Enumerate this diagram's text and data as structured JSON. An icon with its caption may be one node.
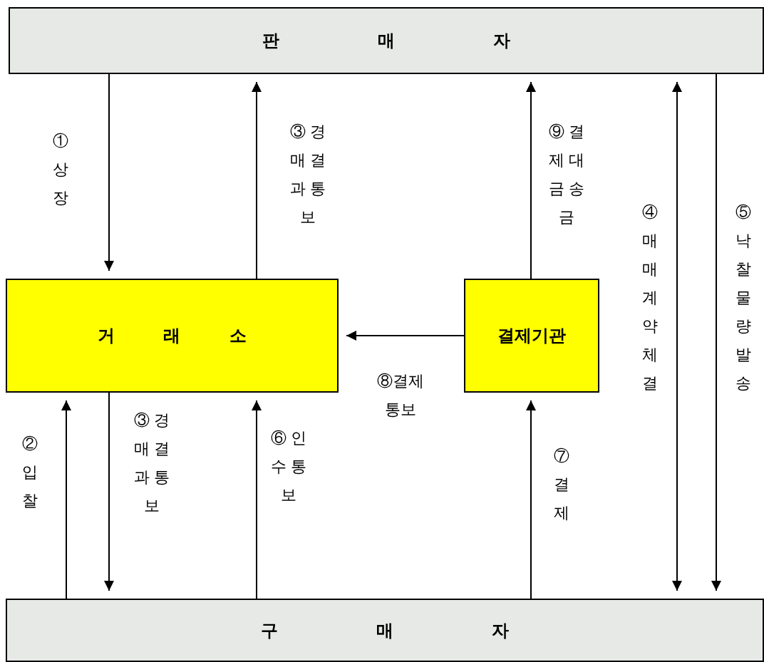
{
  "diagram": {
    "nodes": [
      {
        "text": [
          "판 매 자"
        ]
      },
      {
        "text": [
          "거 래 소"
        ]
      },
      {
        "text": [
          "결제기관"
        ]
      },
      {
        "text": [
          "구 매 자"
        ]
      }
    ],
    "edges": [
      {
        "from": 0,
        "to": 1,
        "arrow": "to",
        "label": "① 상장"
      },
      {
        "from": 1,
        "to": 0,
        "arrow": "to",
        "label": "③ 경매 결과 통보"
      },
      {
        "from": 2,
        "to": 0,
        "arrow": "to",
        "label": "⑨ 결제 대금 송금"
      },
      {
        "from": 0,
        "to": 3,
        "arrow": "both",
        "label": "④ 매매계약체결"
      },
      {
        "from": 0,
        "to": 3,
        "arrow": "to",
        "label": "⑤ 낙찰물량발송"
      },
      {
        "from": 3,
        "to": 1,
        "arrow": "to",
        "label": "② 입찰"
      },
      {
        "from": 1,
        "to": 3,
        "arrow": "to",
        "label": "③ 경매 결과 통보"
      },
      {
        "from": 3,
        "to": 1,
        "arrow": "to",
        "label": "⑥ 인수 통보"
      },
      {
        "from": 2,
        "to": 1,
        "arrow": "to",
        "label": "⑧결제 통보"
      },
      {
        "from": 3,
        "to": 2,
        "arrow": "to",
        "label": "⑦ 결제"
      }
    ]
  }
}
